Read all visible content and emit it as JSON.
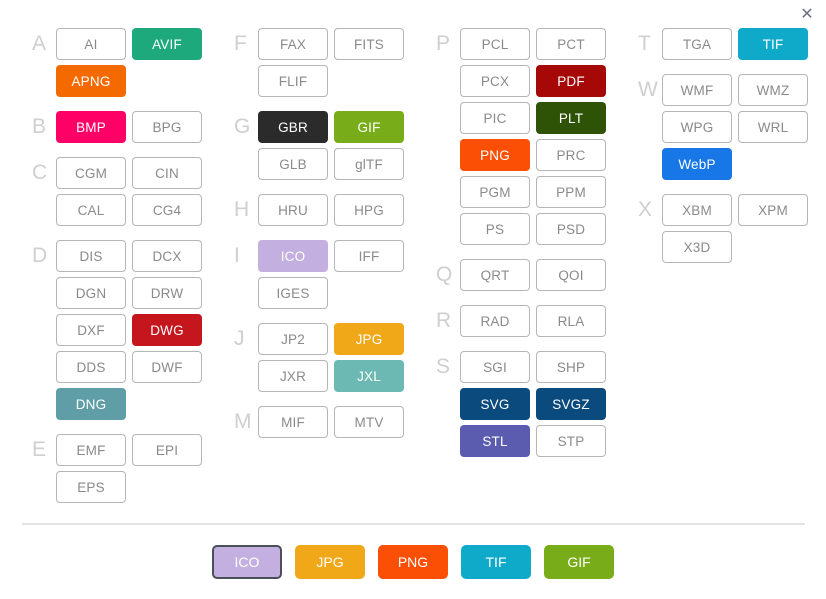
{
  "window": {
    "close_label": "✕",
    "close_icon": "close-icon"
  },
  "palette": {
    "outline_bg": "#ffffff",
    "outline_border": "#b5b5b5",
    "outline_text": "#8a8a8a",
    "letter_color": "#cfcfcf",
    "divider": "#e2e3e5",
    "avif_green": "#1ea97c",
    "apng_orange": "#f56a00",
    "bmp_pink": "#ff0066",
    "dwg_red": "#c5161d",
    "dng_teal": "#5f9ea6",
    "gbr_black": "#2b2b2b",
    "gif_green": "#78ad19",
    "ico_lavender": "#c4b0e0",
    "jpg_amber": "#f0a718",
    "jxl_teal": "#6cb9b4",
    "pdf_darkred": "#a60707",
    "plt_darkgreen": "#2e5306",
    "png_orange": "#fb4f05",
    "svg_navy": "#0a4a7d",
    "stl_purple": "#5b5bb0",
    "tif_cyan": "#0fa9c9",
    "webp_blue": "#1877e6"
  },
  "columns": [
    {
      "name": "column-1",
      "groups": [
        {
          "letter": "A",
          "items": [
            {
              "label": "AI",
              "style": "outline",
              "color": null
            },
            {
              "label": "AVIF",
              "style": "filled",
              "color": "#1ea97c"
            },
            {
              "label": "APNG",
              "style": "filled",
              "color": "#f56a00"
            }
          ]
        },
        {
          "letter": "B",
          "items": [
            {
              "label": "BMP",
              "style": "filled",
              "color": "#ff0066"
            },
            {
              "label": "BPG",
              "style": "outline",
              "color": null
            }
          ]
        },
        {
          "letter": "C",
          "items": [
            {
              "label": "CGM",
              "style": "outline",
              "color": null
            },
            {
              "label": "CIN",
              "style": "outline",
              "color": null
            },
            {
              "label": "CAL",
              "style": "outline",
              "color": null
            },
            {
              "label": "CG4",
              "style": "outline",
              "color": null
            }
          ]
        },
        {
          "letter": "D",
          "items": [
            {
              "label": "DIS",
              "style": "outline",
              "color": null
            },
            {
              "label": "DCX",
              "style": "outline",
              "color": null
            },
            {
              "label": "DGN",
              "style": "outline",
              "color": null
            },
            {
              "label": "DRW",
              "style": "outline",
              "color": null
            },
            {
              "label": "DXF",
              "style": "outline",
              "color": null
            },
            {
              "label": "DWG",
              "style": "filled",
              "color": "#c5161d"
            },
            {
              "label": "DDS",
              "style": "outline",
              "color": null
            },
            {
              "label": "DWF",
              "style": "outline",
              "color": null
            },
            {
              "label": "DNG",
              "style": "filled",
              "color": "#5f9ea6"
            }
          ]
        },
        {
          "letter": "E",
          "items": [
            {
              "label": "EMF",
              "style": "outline",
              "color": null
            },
            {
              "label": "EPI",
              "style": "outline",
              "color": null
            },
            {
              "label": "EPS",
              "style": "outline",
              "color": null
            }
          ]
        }
      ]
    },
    {
      "name": "column-2",
      "groups": [
        {
          "letter": "F",
          "items": [
            {
              "label": "FAX",
              "style": "outline",
              "color": null
            },
            {
              "label": "FITS",
              "style": "outline",
              "color": null
            },
            {
              "label": "FLIF",
              "style": "outline",
              "color": null
            }
          ]
        },
        {
          "letter": "G",
          "items": [
            {
              "label": "GBR",
              "style": "filled",
              "color": "#2b2b2b"
            },
            {
              "label": "GIF",
              "style": "filled",
              "color": "#78ad19"
            },
            {
              "label": "GLB",
              "style": "outline",
              "color": null
            },
            {
              "label": "glTF",
              "style": "outline",
              "color": null
            }
          ]
        },
        {
          "letter": "H",
          "items": [
            {
              "label": "HRU",
              "style": "outline",
              "color": null
            },
            {
              "label": "HPG",
              "style": "outline",
              "color": null
            }
          ]
        },
        {
          "letter": "I",
          "items": [
            {
              "label": "ICO",
              "style": "filled",
              "color": "#c4b0e0"
            },
            {
              "label": "IFF",
              "style": "outline",
              "color": null
            },
            {
              "label": "IGES",
              "style": "outline",
              "color": null
            }
          ]
        },
        {
          "letter": "J",
          "items": [
            {
              "label": "JP2",
              "style": "outline",
              "color": null
            },
            {
              "label": "JPG",
              "style": "filled",
              "color": "#f0a718"
            },
            {
              "label": "JXR",
              "style": "outline",
              "color": null
            },
            {
              "label": "JXL",
              "style": "filled",
              "color": "#6cb9b4"
            }
          ]
        },
        {
          "letter": "M",
          "items": [
            {
              "label": "MIF",
              "style": "outline",
              "color": null
            },
            {
              "label": "MTV",
              "style": "outline",
              "color": null
            }
          ]
        }
      ]
    },
    {
      "name": "column-3",
      "groups": [
        {
          "letter": "P",
          "items": [
            {
              "label": "PCL",
              "style": "outline",
              "color": null
            },
            {
              "label": "PCT",
              "style": "outline",
              "color": null
            },
            {
              "label": "PCX",
              "style": "outline",
              "color": null
            },
            {
              "label": "PDF",
              "style": "filled",
              "color": "#a60707"
            },
            {
              "label": "PIC",
              "style": "outline",
              "color": null
            },
            {
              "label": "PLT",
              "style": "filled",
              "color": "#2e5306"
            },
            {
              "label": "PNG",
              "style": "filled",
              "color": "#fb4f05"
            },
            {
              "label": "PRC",
              "style": "outline",
              "color": null
            },
            {
              "label": "PGM",
              "style": "outline",
              "color": null
            },
            {
              "label": "PPM",
              "style": "outline",
              "color": null
            },
            {
              "label": "PS",
              "style": "outline",
              "color": null
            },
            {
              "label": "PSD",
              "style": "outline",
              "color": null
            }
          ]
        },
        {
          "letter": "Q",
          "items": [
            {
              "label": "QRT",
              "style": "outline",
              "color": null
            },
            {
              "label": "QOI",
              "style": "outline",
              "color": null
            }
          ]
        },
        {
          "letter": "R",
          "items": [
            {
              "label": "RAD",
              "style": "outline",
              "color": null
            },
            {
              "label": "RLA",
              "style": "outline",
              "color": null
            }
          ]
        },
        {
          "letter": "S",
          "items": [
            {
              "label": "SGI",
              "style": "outline",
              "color": null
            },
            {
              "label": "SHP",
              "style": "outline",
              "color": null
            },
            {
              "label": "SVG",
              "style": "filled",
              "color": "#0a4a7d"
            },
            {
              "label": "SVGZ",
              "style": "filled",
              "color": "#0a4a7d"
            },
            {
              "label": "STL",
              "style": "filled",
              "color": "#5b5bb0"
            },
            {
              "label": "STP",
              "style": "outline",
              "color": null
            }
          ]
        }
      ]
    },
    {
      "name": "column-4",
      "groups": [
        {
          "letter": "T",
          "items": [
            {
              "label": "TGA",
              "style": "outline",
              "color": null
            },
            {
              "label": "TIF",
              "style": "filled",
              "color": "#0fa9c9"
            }
          ]
        },
        {
          "letter": "W",
          "items": [
            {
              "label": "WMF",
              "style": "outline",
              "color": null
            },
            {
              "label": "WMZ",
              "style": "outline",
              "color": null
            },
            {
              "label": "WPG",
              "style": "outline",
              "color": null
            },
            {
              "label": "WRL",
              "style": "outline",
              "color": null
            },
            {
              "label": "WebP",
              "style": "filled",
              "color": "#1877e6"
            }
          ]
        },
        {
          "letter": "X",
          "items": [
            {
              "label": "XBM",
              "style": "outline",
              "color": null
            },
            {
              "label": "XPM",
              "style": "outline",
              "color": null
            },
            {
              "label": "X3D",
              "style": "outline",
              "color": null
            }
          ]
        }
      ]
    }
  ],
  "quickbar": {
    "name": "recent-formats-bar",
    "items": [
      {
        "label": "ICO",
        "color": "#c4b0e0",
        "selected": true
      },
      {
        "label": "JPG",
        "color": "#f0a718",
        "selected": false
      },
      {
        "label": "PNG",
        "color": "#fb4f05",
        "selected": false
      },
      {
        "label": "TIF",
        "color": "#0fa9c9",
        "selected": false
      },
      {
        "label": "GIF",
        "color": "#78ad19",
        "selected": false
      }
    ]
  }
}
